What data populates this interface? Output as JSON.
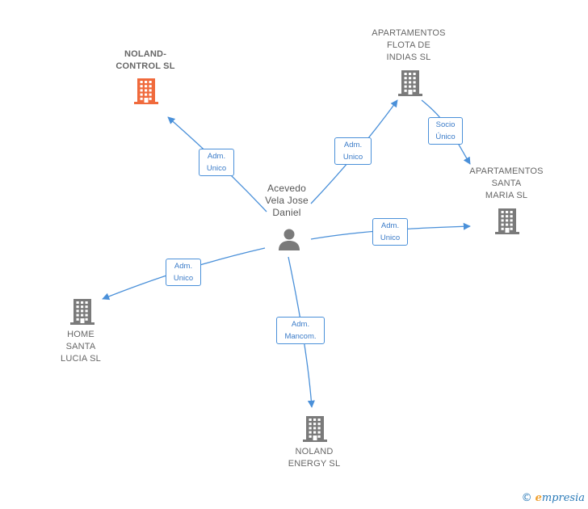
{
  "colors": {
    "edge": "#4a90d9",
    "building": "#7a7a7a",
    "building_highlight": "#f06a3c",
    "person": "#7a7a7a"
  },
  "person": {
    "name": "Acevedo\nVela Jose\nDaniel",
    "icon": "person-icon"
  },
  "companies": [
    {
      "id": "noland-control",
      "label": "NOLAND-\nCONTROL  SL",
      "highlight": true,
      "icon": "building-icon"
    },
    {
      "id": "apartamentos-flota",
      "label": "APARTAMENTOS\nFLOTA DE\nINDIAS  SL",
      "highlight": false,
      "icon": "building-icon"
    },
    {
      "id": "apartamentos-santa-maria",
      "label": "APARTAMENTOS\nSANTA\nMARIA  SL",
      "highlight": false,
      "icon": "building-icon"
    },
    {
      "id": "home-santa-lucia",
      "label": "HOME\nSANTA\nLUCIA  SL",
      "highlight": false,
      "icon": "building-icon"
    },
    {
      "id": "noland-energy",
      "label": "NOLAND\nENERGY  SL",
      "highlight": false,
      "icon": "building-icon"
    }
  ],
  "relations": [
    {
      "from": "person",
      "to": "noland-control",
      "label": "Adm.\nUnico"
    },
    {
      "from": "person",
      "to": "apartamentos-flota",
      "label": "Adm.\nUnico"
    },
    {
      "from": "apartamentos-flota",
      "to": "apartamentos-santa-maria",
      "label": "Socio\nÚnico"
    },
    {
      "from": "person",
      "to": "apartamentos-santa-maria",
      "label": "Adm.\nUnico"
    },
    {
      "from": "person",
      "to": "home-santa-lucia",
      "label": "Adm.\nUnico"
    },
    {
      "from": "person",
      "to": "noland-energy",
      "label": "Adm.\nMancom."
    }
  ],
  "branding": {
    "copyright": "©",
    "brand_first": "e",
    "brand_rest": "mpresia"
  }
}
